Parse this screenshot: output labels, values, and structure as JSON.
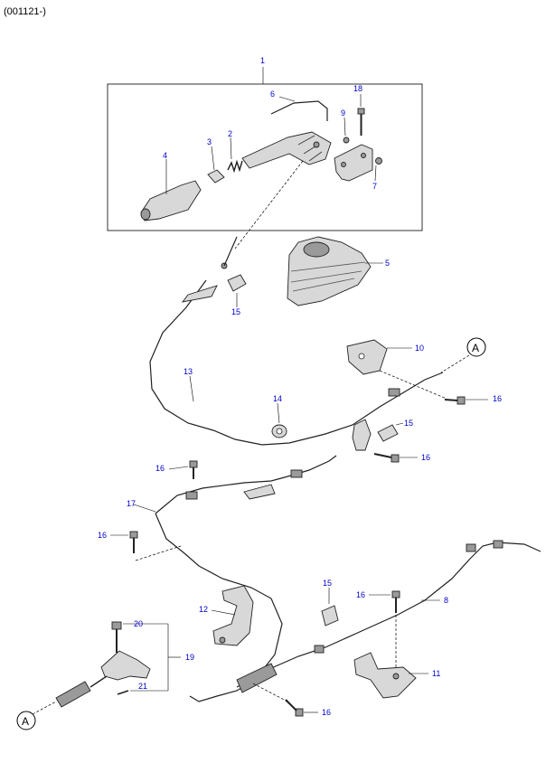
{
  "header": {
    "code": "(001121-)"
  },
  "callouts": {
    "c1": "1",
    "c2": "2",
    "c3": "3",
    "c4": "4",
    "c5": "5",
    "c6": "6",
    "c7": "7",
    "c8": "8",
    "c9": "9",
    "c10": "10",
    "c11": "11",
    "c12": "12",
    "c13": "13",
    "c14": "14",
    "c15a": "15",
    "c15b": "15",
    "c15c": "15",
    "c16a": "16",
    "c16b": "16",
    "c16c": "16",
    "c16d": "16",
    "c16e": "16",
    "c16f": "16",
    "c17": "17",
    "c18": "18",
    "c19": "19",
    "c20": "20",
    "c21": "21"
  },
  "connectors": {
    "a_top": "A",
    "a_bottom": "A"
  }
}
